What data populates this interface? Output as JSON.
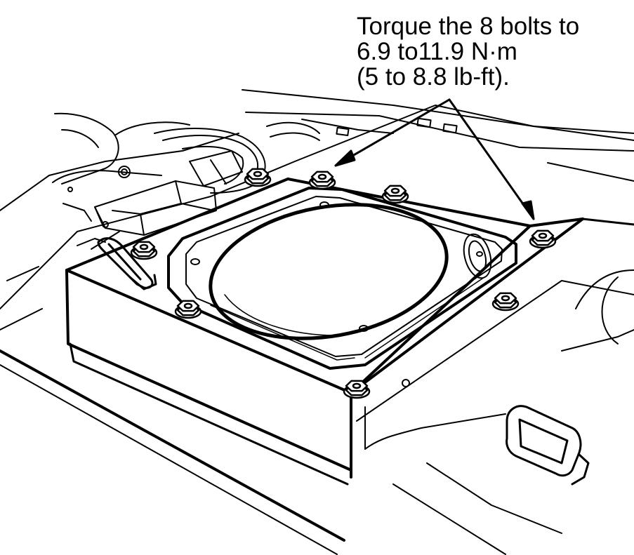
{
  "callout": {
    "line1": "Torque the 8 bolts to",
    "line2": "6.9 to11.9 N·m",
    "line3": "(5 to 8.8 lb-ft)."
  },
  "bolt_count": 8,
  "colors": {
    "ink": "#000000",
    "paper": "#ffffff"
  }
}
